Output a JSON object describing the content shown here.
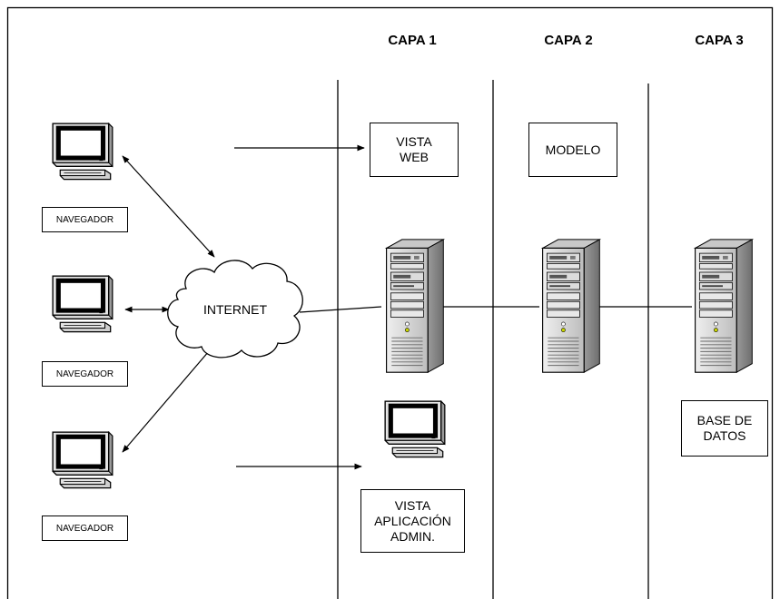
{
  "layers": [
    "CAPA 1",
    "CAPA 2",
    "CAPA 3"
  ],
  "nodes": {
    "internet": "INTERNET",
    "vista_web": "VISTA\nWEB",
    "modelo": "MODELO",
    "vista_admin": "VISTA\nAPLICACIÓN\nADMIN.",
    "base_datos": "BASE DE\nDATOS"
  },
  "clients": [
    "NAVEGADOR",
    "NAVEGADOR",
    "NAVEGADOR"
  ],
  "colors": {
    "line": "#000000",
    "server_light": "#d9d9d9",
    "server_dark": "#8c8c8c",
    "monitor_screen": "#ffffff"
  },
  "icons": [
    "monitor-icon",
    "server-icon",
    "cloud-icon"
  ]
}
